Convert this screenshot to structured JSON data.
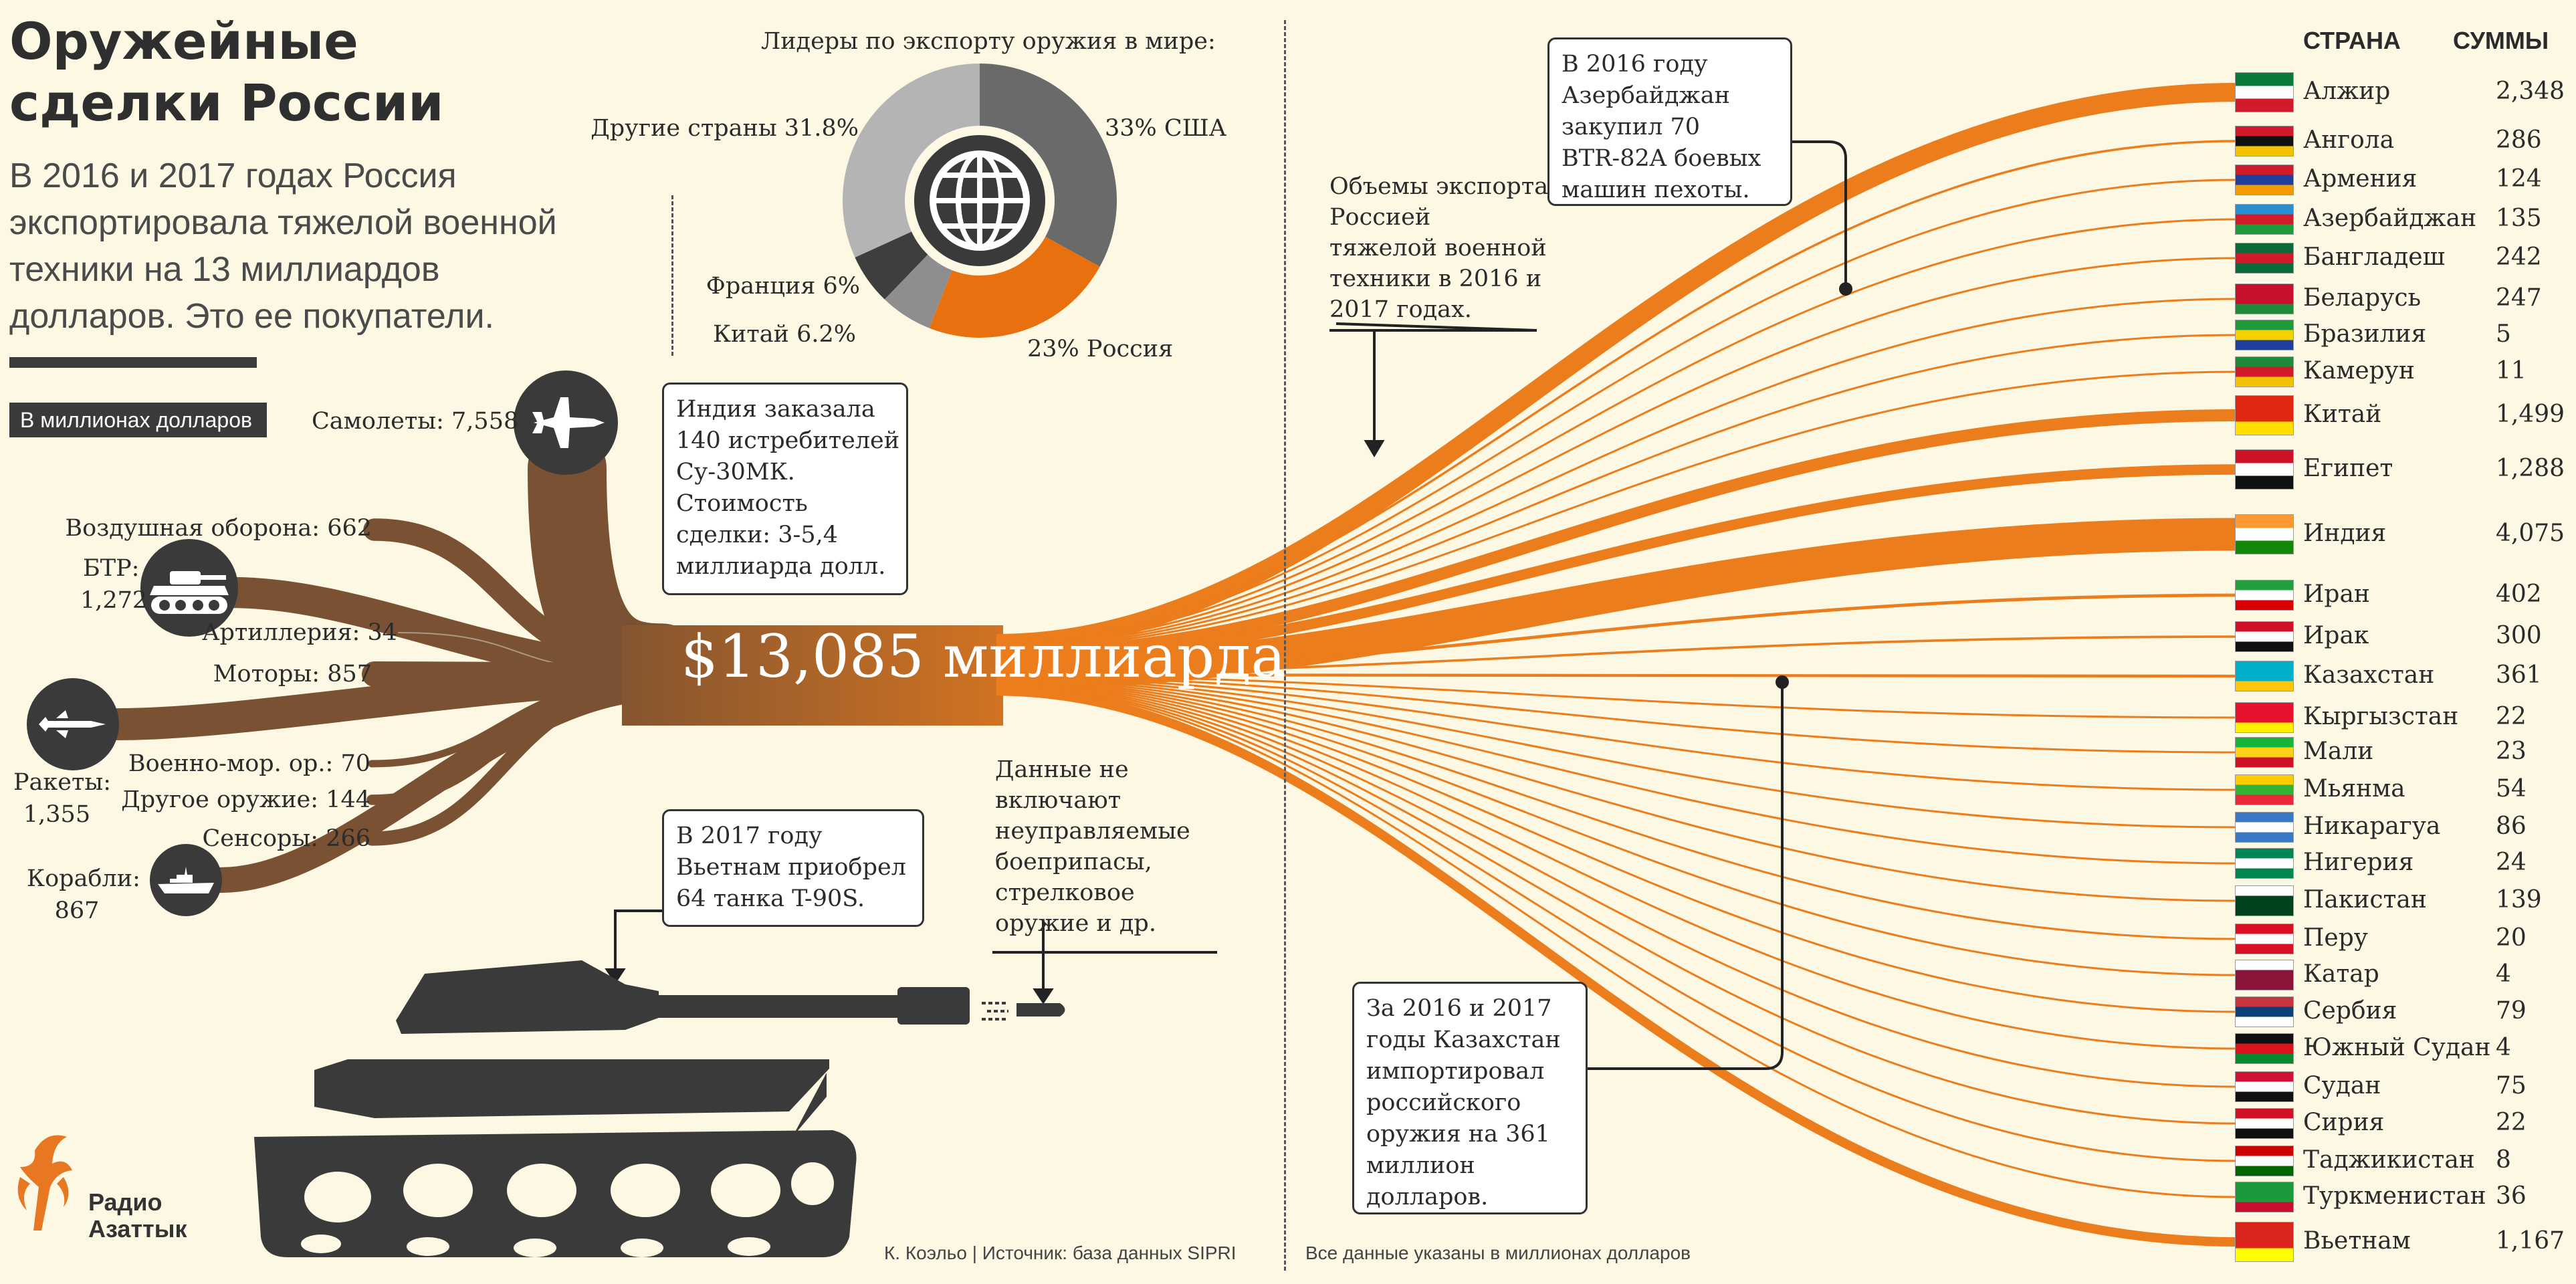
{
  "header": {
    "title_line1": "Оружейные",
    "title_line2": "сделки России",
    "subtitle_lines": [
      "В 2016 и 2017 годах Россия",
      "экспортировала тяжелой военной",
      "техники на 13 миллиардов",
      "долларов. Это ее покупатели."
    ],
    "units_badge": "В миллионах долларов"
  },
  "pie": {
    "title": "Лидеры по экспорту оружия в мире:",
    "slices": [
      {
        "label": "33% США",
        "value": 33,
        "color": "#6a6a6a"
      },
      {
        "label": "23% Россия",
        "value": 23,
        "color": "#e8700f"
      },
      {
        "label": "Китай 6.2%",
        "value": 6.2,
        "color": "#8e8e8e"
      },
      {
        "label": "Франция 6%",
        "value": 6,
        "color": "#3e3e3e"
      },
      {
        "label": "Другие страны 31.8%",
        "value": 31.8,
        "color": "#b4b4b4"
      }
    ],
    "center_icon": "globe-icon"
  },
  "categories": [
    {
      "label": "Самолеты: 7,558",
      "value": 7558,
      "icon": "fighter-jet-icon"
    },
    {
      "label": "Воздушная оборона: 662",
      "value": 662
    },
    {
      "label": "БТР:",
      "value_label": "1,272",
      "value": 1272,
      "icon": "armored-vehicle-icon"
    },
    {
      "label": "Артиллерия: 34",
      "value": 34
    },
    {
      "label": "Моторы: 857",
      "value": 857
    },
    {
      "label": "Ракеты:",
      "value_label": "1,355",
      "value": 1355,
      "icon": "missile-icon"
    },
    {
      "label": "Военно-мор. ор.: 70",
      "value": 70
    },
    {
      "label": "Другое оружие: 144",
      "value": 144
    },
    {
      "label": "Сенсоры: 266",
      "value": 266
    },
    {
      "label": "Корабли:",
      "value_label": "867",
      "value": 867,
      "icon": "ship-icon"
    }
  ],
  "total_label": "$13,085 миллиарда",
  "notes": {
    "india": [
      "Индия заказала",
      "140 истребителей",
      "Су-30МК.",
      "Стоимость",
      "сделки: 3-5,4",
      "миллиарда долл."
    ],
    "vietnam": [
      "В 2017 году",
      "Вьетнам  приобрел",
      "64 танка T-90S."
    ],
    "excluded": [
      "Данные не",
      "включают",
      "неуправляемые",
      "боеприпасы,",
      "стрелковое",
      "оружие и др."
    ],
    "volume": [
      "Объемы экспорта",
      "Россией",
      "тяжелой военной",
      "техники в 2016 и",
      "2017 годах."
    ],
    "azerbaijan": [
      "В 2016 году",
      "Азербайджан",
      "закупил 70",
      "BTR-82A боевых",
      "машин пехоты."
    ],
    "kazakhstan": [
      "За 2016 и 2017",
      "годы Казахстан",
      "импортировал",
      "российского",
      "оружия на 361",
      "миллион",
      "долларов."
    ]
  },
  "table": {
    "col_country": "СТРАНА",
    "col_amount": "СУММЫ",
    "rows": [
      {
        "country": "Алжир",
        "amount": "2,348",
        "value": 2348,
        "flag": [
          "#0a7a3a",
          "#ffffff",
          "#d11a2a"
        ]
      },
      {
        "country": "Ангола",
        "amount": "286",
        "value": 286,
        "flag": [
          "#d11a2a",
          "#111111",
          "#f2c200"
        ]
      },
      {
        "country": "Армения",
        "amount": "124",
        "value": 124,
        "flag": [
          "#d11a2a",
          "#1f3f9a",
          "#f29a00"
        ]
      },
      {
        "country": "Азербайджан",
        "amount": "135",
        "value": 135,
        "flag": [
          "#2a8fd0",
          "#d11a2a",
          "#1f9a3a"
        ]
      },
      {
        "country": "Бангладеш",
        "amount": "242",
        "value": 242,
        "flag": [
          "#0a6b3a",
          "#d11a2a",
          "#0a6b3a"
        ]
      },
      {
        "country": "Беларусь",
        "amount": "247",
        "value": 247,
        "flag": [
          "#c8102e",
          "#c8102e",
          "#1f8a3a"
        ]
      },
      {
        "country": "Бразилия",
        "amount": "5",
        "value": 5,
        "flag": [
          "#1f9a3a",
          "#f2d200",
          "#1f3f9a"
        ]
      },
      {
        "country": "Камерун",
        "amount": "11",
        "value": 11,
        "flag": [
          "#1f8a3a",
          "#d11a2a",
          "#f2c200"
        ]
      },
      {
        "country": "Китай",
        "amount": "1,499",
        "value": 1499,
        "flag": [
          "#de2910",
          "#de2910",
          "#ffde00"
        ]
      },
      {
        "country": "Египет",
        "amount": "1,288",
        "value": 1288,
        "flag": [
          "#ce1126",
          "#ffffff",
          "#111111"
        ]
      },
      {
        "country": "Индия",
        "amount": "4,075",
        "value": 4075,
        "flag": [
          "#ff9933",
          "#ffffff",
          "#138808"
        ]
      },
      {
        "country": "Иран",
        "amount": "402",
        "value": 402,
        "flag": [
          "#239f40",
          "#ffffff",
          "#da0000"
        ]
      },
      {
        "country": "Ирак",
        "amount": "300",
        "value": 300,
        "flag": [
          "#ce1126",
          "#ffffff",
          "#111111"
        ]
      },
      {
        "country": "Казахстан",
        "amount": "361",
        "value": 361,
        "flag": [
          "#00afca",
          "#00afca",
          "#fec50c"
        ]
      },
      {
        "country": "Кыргызстан",
        "amount": "22",
        "value": 22,
        "flag": [
          "#e8112d",
          "#e8112d",
          "#ffef00"
        ]
      },
      {
        "country": "Мали",
        "amount": "23",
        "value": 23,
        "flag": [
          "#14b53a",
          "#fcd116",
          "#ce1126"
        ]
      },
      {
        "country": "Мьянма",
        "amount": "54",
        "value": 54,
        "flag": [
          "#fecb00",
          "#34b233",
          "#ea2839"
        ]
      },
      {
        "country": "Никарагуа",
        "amount": "86",
        "value": 86,
        "flag": [
          "#3a77c4",
          "#ffffff",
          "#3a77c4"
        ]
      },
      {
        "country": "Нигерия",
        "amount": "24",
        "value": 24,
        "flag": [
          "#008751",
          "#ffffff",
          "#008751"
        ]
      },
      {
        "country": "Пакистан",
        "amount": "139",
        "value": 139,
        "flag": [
          "#ffffff",
          "#01411c",
          "#01411c"
        ]
      },
      {
        "country": "Перу",
        "amount": "20",
        "value": 20,
        "flag": [
          "#d91023",
          "#ffffff",
          "#d91023"
        ]
      },
      {
        "country": "Катар",
        "amount": "4",
        "value": 4,
        "flag": [
          "#ffffff",
          "#8a1538",
          "#8a1538"
        ]
      },
      {
        "country": "Сербия",
        "amount": "79",
        "value": 79,
        "flag": [
          "#c6363c",
          "#0c4076",
          "#ffffff"
        ]
      },
      {
        "country": "Южный Судан",
        "amount": "4",
        "value": 4,
        "flag": [
          "#111111",
          "#da121a",
          "#078930"
        ]
      },
      {
        "country": "Судан",
        "amount": "75",
        "value": 75,
        "flag": [
          "#d21034",
          "#ffffff",
          "#111111"
        ]
      },
      {
        "country": "Сирия",
        "amount": "22",
        "value": 22,
        "flag": [
          "#ce1126",
          "#ffffff",
          "#111111"
        ]
      },
      {
        "country": "Таджикистан",
        "amount": "8",
        "value": 8,
        "flag": [
          "#cc0000",
          "#ffffff",
          "#006600"
        ]
      },
      {
        "country": "Туркменистан",
        "amount": "36",
        "value": 36,
        "flag": [
          "#1a9a3a",
          "#1a9a3a",
          "#c8102e"
        ]
      },
      {
        "country": "Вьетнам",
        "amount": "1,167",
        "value": 1167,
        "flag": [
          "#da251d",
          "#da251d",
          "#ffff00"
        ]
      }
    ]
  },
  "footer": {
    "credit": "К. Коэльо | Источник: база данных SIPRI",
    "note": "Все данные указаны в миллионах долларов",
    "logo_line1": "Радио",
    "logo_line2": "Азаттык"
  },
  "colors": {
    "brown": "#7a5132",
    "orange": "#ec7d1c",
    "dark": "#3a3a3a",
    "background": "#fdf8e3"
  }
}
